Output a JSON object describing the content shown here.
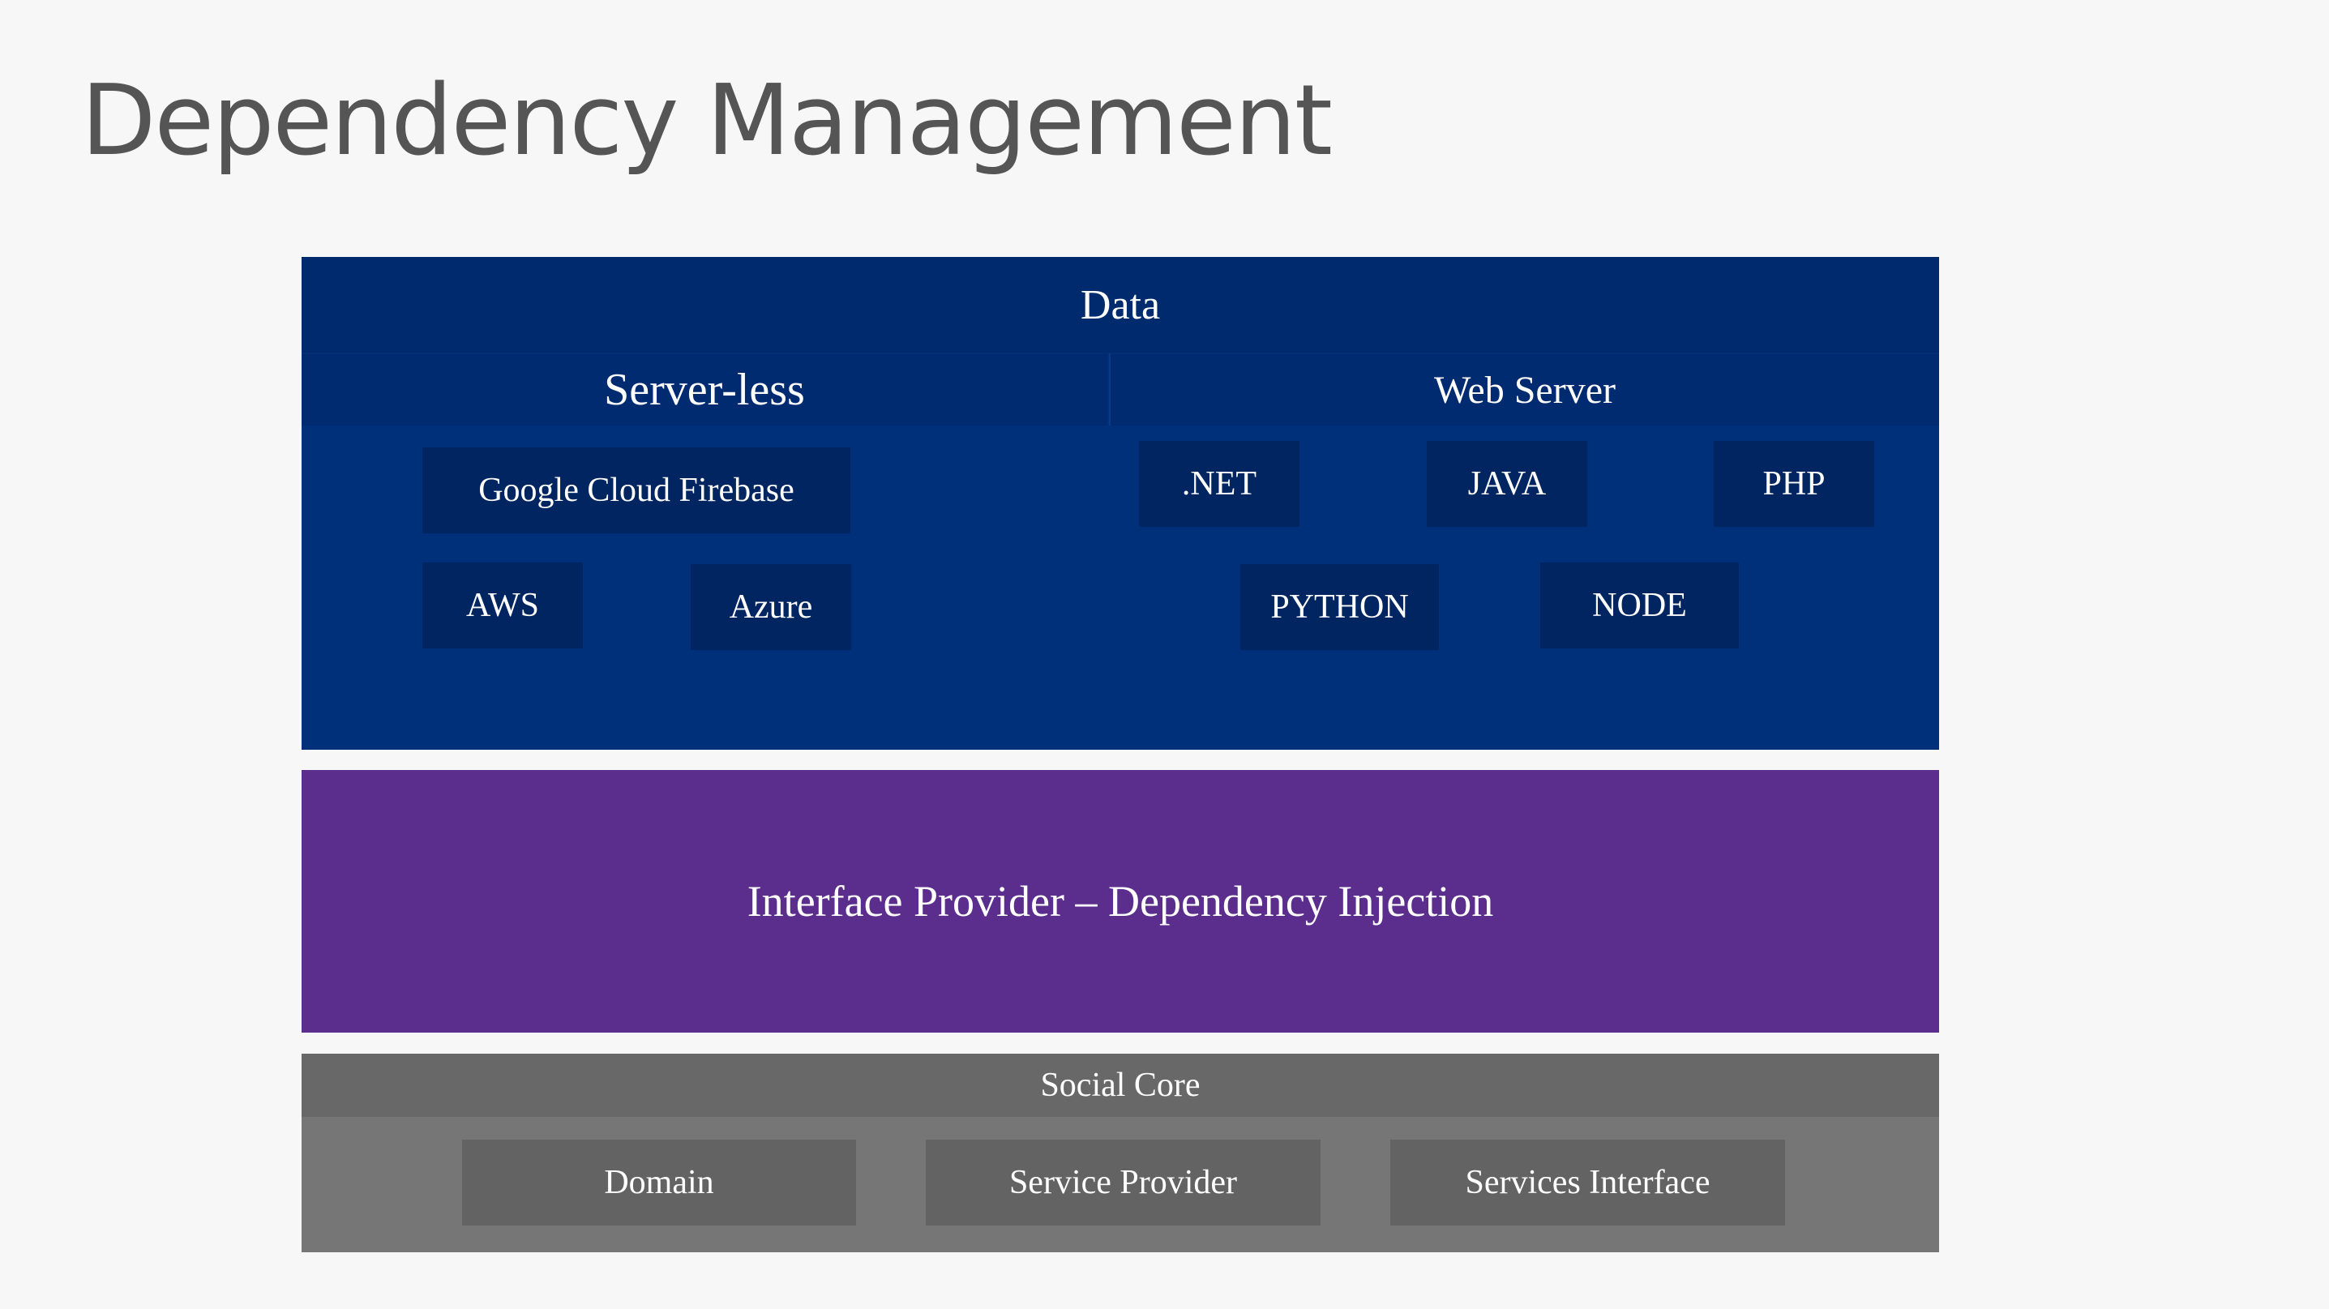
{
  "title": "Dependency Management",
  "data_layer": {
    "label": "Data",
    "serverless": {
      "label": "Server-less",
      "items": [
        "Google Cloud Firebase",
        "AWS",
        "Azure"
      ]
    },
    "web_server": {
      "label": "Web Server",
      "items": [
        ".NET",
        "JAVA",
        "PHP",
        "PYTHON",
        "NODE"
      ]
    }
  },
  "di_layer": {
    "label": "Interface Provider – Dependency Injection"
  },
  "core_layer": {
    "label": "Social Core",
    "items": [
      "Domain",
      "Service Provider",
      "Services Interface"
    ]
  },
  "colors": {
    "background": "#f7f7f7",
    "data_blue": "#01307a",
    "di_purple": "#5b2d8c",
    "core_gray": "#767676"
  }
}
